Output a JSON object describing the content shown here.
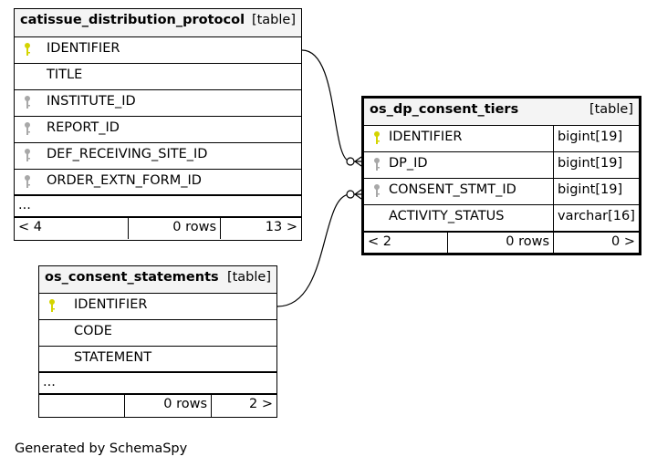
{
  "tables": {
    "distribution_protocol": {
      "name": "catissue_distribution_protocol",
      "kind": "[table]",
      "columns": [
        {
          "name": "IDENTIFIER",
          "key": "primary"
        },
        {
          "name": "TITLE",
          "key": "none"
        },
        {
          "name": "INSTITUTE_ID",
          "key": "foreign"
        },
        {
          "name": "REPORT_ID",
          "key": "foreign"
        },
        {
          "name": "DEF_RECEIVING_SITE_ID",
          "key": "foreign"
        },
        {
          "name": "ORDER_EXTN_FORM_ID",
          "key": "foreign"
        }
      ],
      "more": "...",
      "footer": {
        "left": "< 4",
        "rows": "0 rows",
        "right": "13 >"
      }
    },
    "consent_tiers": {
      "name": "os_dp_consent_tiers",
      "kind": "[table]",
      "columns": [
        {
          "name": "IDENTIFIER",
          "type": "bigint[19]",
          "key": "primary"
        },
        {
          "name": "DP_ID",
          "type": "bigint[19]",
          "key": "foreign"
        },
        {
          "name": "CONSENT_STMT_ID",
          "type": "bigint[19]",
          "key": "foreign"
        },
        {
          "name": "ACTIVITY_STATUS",
          "type": "varchar[16]",
          "key": "none"
        }
      ],
      "footer": {
        "left": "< 2",
        "rows": "0 rows",
        "right": "0 >"
      }
    },
    "consent_statements": {
      "name": "os_consent_statements",
      "kind": "[table]",
      "columns": [
        {
          "name": "IDENTIFIER",
          "key": "primary"
        },
        {
          "name": "CODE",
          "key": "none"
        },
        {
          "name": "STATEMENT",
          "key": "none"
        }
      ],
      "more": "...",
      "footer": {
        "left": "",
        "rows": "0 rows",
        "right": "2 >"
      }
    }
  },
  "colors": {
    "primary_key": "#d4d400",
    "foreign_key": "#a8a8a8",
    "header_bg": "#f4f4f4"
  },
  "icons": {
    "primary_key": "key-icon",
    "foreign_key": "key-icon"
  },
  "generated_by": "Generated by SchemaSpy"
}
